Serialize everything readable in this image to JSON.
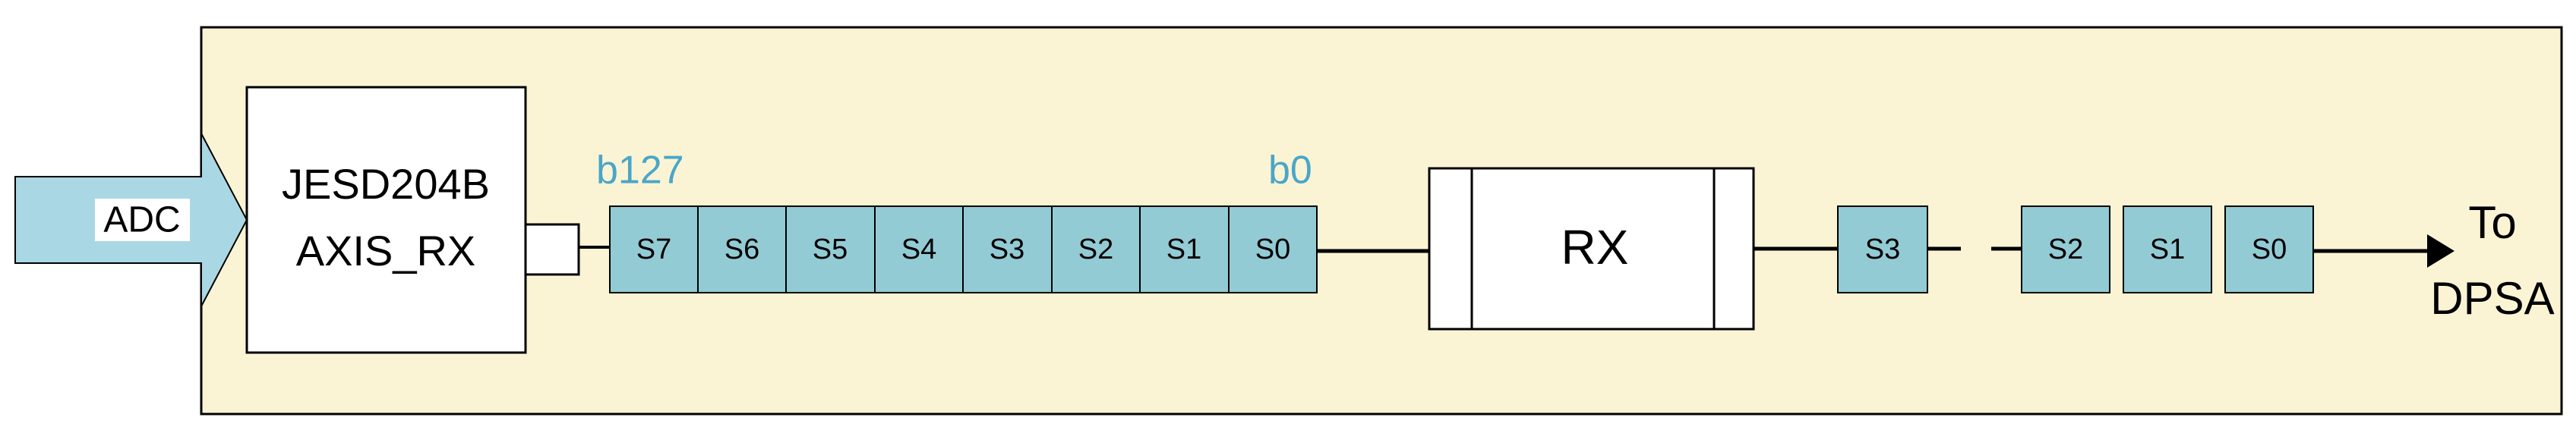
{
  "colors": {
    "panel_fill": "#fbf4d4",
    "cell_fill": "#93cbd5",
    "adc_fill": "#aad7e4",
    "bit_label": "#4aa6c8",
    "line": "#000000"
  },
  "adc": {
    "label": "ADC"
  },
  "jesd": {
    "line1": "JESD204B",
    "line2": "AXIS_RX"
  },
  "bits": {
    "high": "b127",
    "low": "b0"
  },
  "input_samples": [
    "S7",
    "S6",
    "S5",
    "S4",
    "S3",
    "S2",
    "S1",
    "S0"
  ],
  "rx": {
    "label": "RX"
  },
  "output_samples": [
    "S3",
    "S2",
    "S1",
    "S0"
  ],
  "destination": {
    "line1": "To",
    "line2": "DPSA"
  }
}
